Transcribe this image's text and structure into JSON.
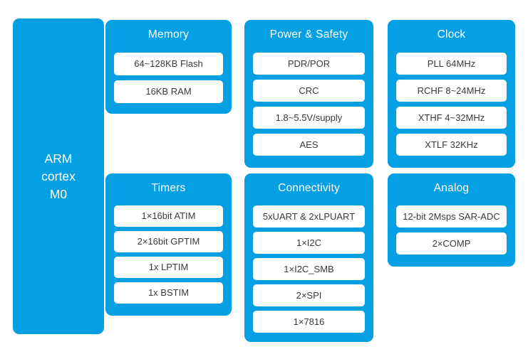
{
  "theme": {
    "accent": "#059fe3",
    "item_bg": "#ffffff",
    "item_text": "#3a3a3a",
    "title_text": "#ffffff",
    "page_bg": "#ffffff"
  },
  "diagram": {
    "cpu": {
      "label": "ARM\ncortex\nM0"
    },
    "blocks": [
      {
        "id": "memory",
        "title": "Memory",
        "items": [
          "64~128KB Flash",
          "16KB RAM"
        ]
      },
      {
        "id": "power",
        "title": "Power  &  Safety",
        "items": [
          "PDR/POR",
          "CRC",
          "1.8~5.5V/supply",
          "AES"
        ]
      },
      {
        "id": "clock",
        "title": "Clock",
        "items": [
          "PLL 64MHz",
          "RCHF 8~24MHz",
          "XTHF 4~32MHz",
          "XTLF 32KHz"
        ]
      },
      {
        "id": "timers",
        "title": "Timers",
        "items": [
          "1×16bit ATIM",
          "2×16bit GPTIM",
          "1x LPTIM",
          "1x BSTIM"
        ]
      },
      {
        "id": "connectivity",
        "title": "Connectivity",
        "items": [
          "5xUART & 2xLPUART",
          "1×I2C",
          "1×I2C_SMB",
          "2×SPI",
          "1×7816"
        ]
      },
      {
        "id": "analog",
        "title": "Analog",
        "items": [
          "12-bit 2Msps SAR-ADC",
          "2×COMP"
        ]
      }
    ]
  }
}
